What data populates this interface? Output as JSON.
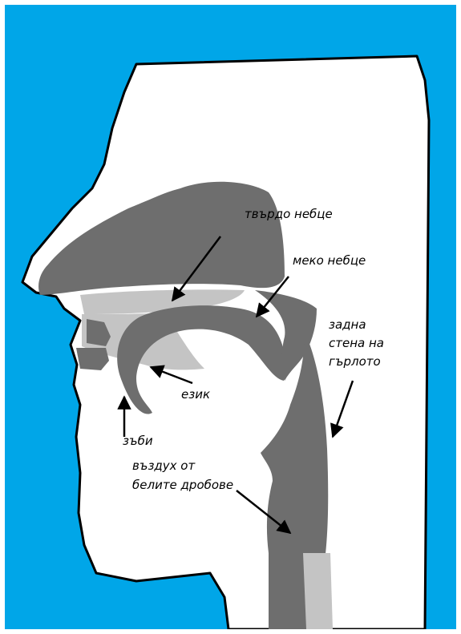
{
  "labels": {
    "hard_palate": "твърдо небце",
    "soft_palate": "меко небце",
    "pharynx_line1": "задна",
    "pharynx_line2": "стена на",
    "pharynx_line3": "гърлото",
    "tongue": "език",
    "teeth": "зъби",
    "air_line1": "въздух от",
    "air_line2": "белите дробове"
  },
  "colors": {
    "background": "#00A6E8",
    "head": "#FFFFFF",
    "tissue_dark": "#6E6E6E",
    "tissue_light": "#C4C4C4",
    "outline": "#000000"
  }
}
